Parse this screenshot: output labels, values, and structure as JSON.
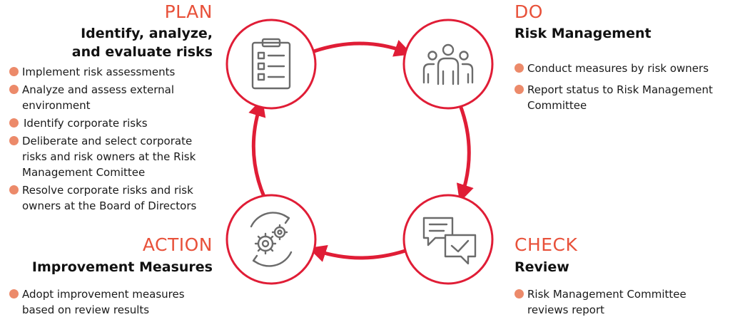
{
  "colors": {
    "accent": "#e8513a",
    "bullet": "#ec8a6a",
    "cycle_red": "#e01d36",
    "icon_gray": "#6b6b6b"
  },
  "phases": {
    "plan": {
      "title": "PLAN",
      "subtitle_line1": "Identify, analyze,",
      "subtitle_line2": "and evaluate risks",
      "icon": "clipboard-checklist-icon",
      "items": [
        "Implement risk assessments",
        "Analyze and assess external environment",
        "Identify corporate risks",
        "Deliberate and select corporate risks and risk owners at the Risk Management Comittee",
        "Resolve corporate risks and risk owners at the Board of Directors"
      ]
    },
    "do": {
      "title": "DO",
      "subtitle": "Risk Management",
      "icon": "people-group-icon",
      "items": [
        "Conduct measures by risk owners",
        "Report status to Risk Management Committee"
      ]
    },
    "check": {
      "title": "CHECK",
      "subtitle": "Review",
      "icon": "chat-review-icon",
      "items": [
        "Risk Management Committee reviews report"
      ]
    },
    "action": {
      "title": "ACTION",
      "subtitle": "Improvement Measures",
      "icon": "gears-cycle-icon",
      "items": [
        "Adopt improvement measures based on review results"
      ]
    }
  }
}
